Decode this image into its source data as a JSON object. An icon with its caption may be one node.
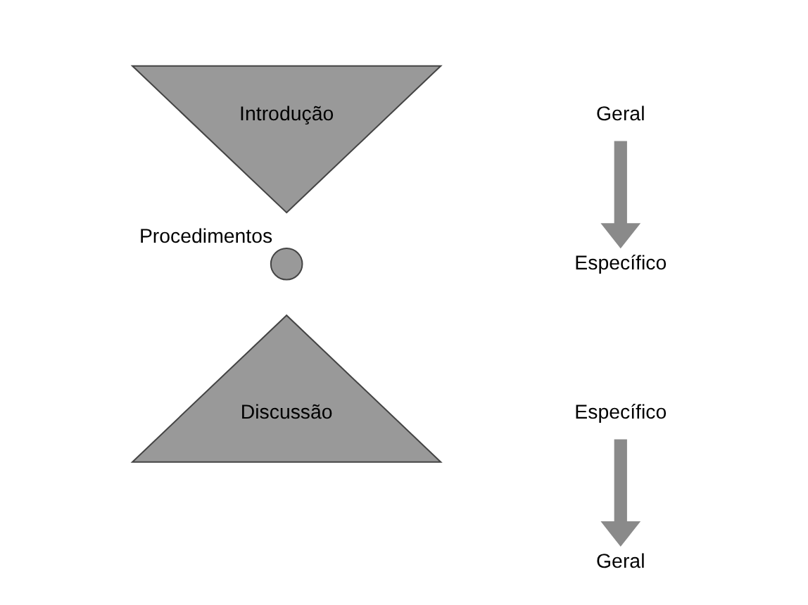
{
  "diagram": {
    "nodes": [
      {
        "text": [
          "Introdução"
        ]
      },
      {
        "text": [],
        "shape": "circle",
        "beside": [
          "Procedimentos"
        ]
      },
      {
        "text": [
          "Discussão"
        ]
      },
      {
        "text": [
          "Geral"
        ]
      },
      {
        "text": [
          "Específico"
        ]
      },
      {
        "text": [
          "Específico"
        ]
      },
      {
        "text": [
          "Geral"
        ]
      }
    ],
    "edges": [
      {
        "from": 3,
        "to": 4,
        "arrow": "to"
      },
      {
        "from": 5,
        "to": 6,
        "arrow": "to"
      }
    ]
  }
}
